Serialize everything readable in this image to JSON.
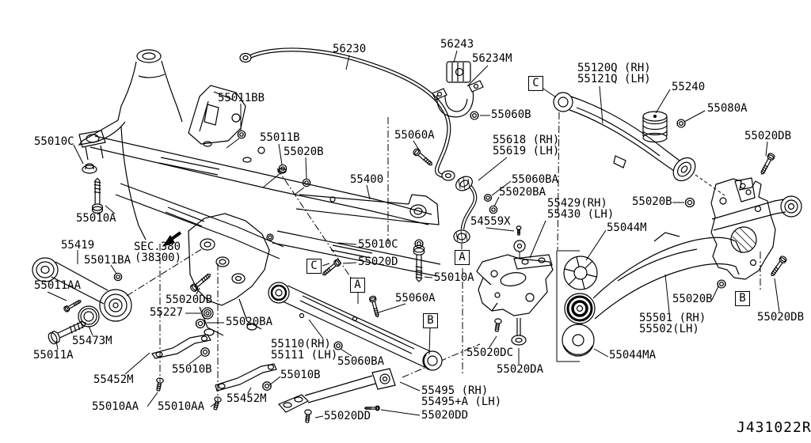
{
  "figure_ref": "J431022R",
  "section_note": {
    "line1": "SEC.380",
    "line2": "(38300)"
  },
  "callouts": {
    "a": "A",
    "b": "B",
    "c": "C"
  },
  "colors": {
    "line": "#000000",
    "background": "#ffffff"
  },
  "diagram_description": "Nissan rear suspension exploded parts diagram",
  "labels": [
    {
      "id": "n56230",
      "text": "56230"
    },
    {
      "id": "n56243",
      "text": "56243"
    },
    {
      "id": "n56234M",
      "text": "56234M"
    },
    {
      "id": "n55011BB",
      "text": "55011BB"
    },
    {
      "id": "n55120Q",
      "text": "55120Q (RH)"
    },
    {
      "id": "n55121Q",
      "text": "55121Q (LH)"
    },
    {
      "id": "n55240",
      "text": "55240"
    },
    {
      "id": "n55080A",
      "text": "55080A"
    },
    {
      "id": "n55020DB_1",
      "text": "55020DB"
    },
    {
      "id": "n55010C_1",
      "text": "55010C"
    },
    {
      "id": "n55011B",
      "text": "55011B"
    },
    {
      "id": "n55020B_1",
      "text": "55020B"
    },
    {
      "id": "n55060A_1",
      "text": "55060A"
    },
    {
      "id": "n55060B",
      "text": "55060B"
    },
    {
      "id": "n55618",
      "text": "55618 (RH)"
    },
    {
      "id": "n55619",
      "text": "55619 (LH)"
    },
    {
      "id": "n55400",
      "text": "55400"
    },
    {
      "id": "n55060BA_1",
      "text": "55060BA"
    },
    {
      "id": "n55020BA_1",
      "text": "55020BA"
    },
    {
      "id": "n54559X",
      "text": "54559X"
    },
    {
      "id": "n55429",
      "text": "55429(RH)"
    },
    {
      "id": "n55430",
      "text": "55430 (LH)"
    },
    {
      "id": "n55044M",
      "text": "55044M"
    },
    {
      "id": "n55010A_1",
      "text": "55010A"
    },
    {
      "id": "n55419",
      "text": "55419"
    },
    {
      "id": "nSEC380",
      "text": "SEC.380"
    },
    {
      "id": "nSEC380b",
      "text": "(38300)"
    },
    {
      "id": "n55011BA",
      "text": "55011BA"
    },
    {
      "id": "n55010C_2",
      "text": "55010C"
    },
    {
      "id": "n55020D",
      "text": "55020D"
    },
    {
      "id": "n55011AA",
      "text": "55011AA"
    },
    {
      "id": "n55010A_2",
      "text": "55010A"
    },
    {
      "id": "n55060A_2",
      "text": "55060A"
    },
    {
      "id": "n55020DB_2",
      "text": "55020DB"
    },
    {
      "id": "n55227",
      "text": "55227"
    },
    {
      "id": "n55020BA_2",
      "text": "55020BA"
    },
    {
      "id": "n55020B_2",
      "text": "55020B"
    },
    {
      "id": "n55473M",
      "text": "55473M"
    },
    {
      "id": "n55011A",
      "text": "55011A"
    },
    {
      "id": "n55110",
      "text": "55110(RH)"
    },
    {
      "id": "n55111",
      "text": "55111 (LH)"
    },
    {
      "id": "n55060BA_2",
      "text": "55060BA"
    },
    {
      "id": "n55501",
      "text": "55501 (RH)"
    },
    {
      "id": "n55502",
      "text": "55502(LH)"
    },
    {
      "id": "n55020B_3",
      "text": "55020B"
    },
    {
      "id": "n55020DB_3",
      "text": "55020DB"
    },
    {
      "id": "n55452M_1",
      "text": "55452M"
    },
    {
      "id": "n55010B_1",
      "text": "55010B"
    },
    {
      "id": "n55010B_2",
      "text": "55010B"
    },
    {
      "id": "n55452M_2",
      "text": "55452M"
    },
    {
      "id": "n55010AA_1",
      "text": "55010AA"
    },
    {
      "id": "n55010AA_2",
      "text": "55010AA"
    },
    {
      "id": "n55020DD_1",
      "text": "55020DD"
    },
    {
      "id": "n55020DC",
      "text": "55020DC"
    },
    {
      "id": "n55020DA",
      "text": "55020DA"
    },
    {
      "id": "n55044MA",
      "text": "55044MA"
    },
    {
      "id": "n55495",
      "text": "55495 (RH)"
    },
    {
      "id": "n55495A",
      "text": "55495+A (LH)"
    },
    {
      "id": "n55020DD_2",
      "text": "55020DD"
    }
  ]
}
